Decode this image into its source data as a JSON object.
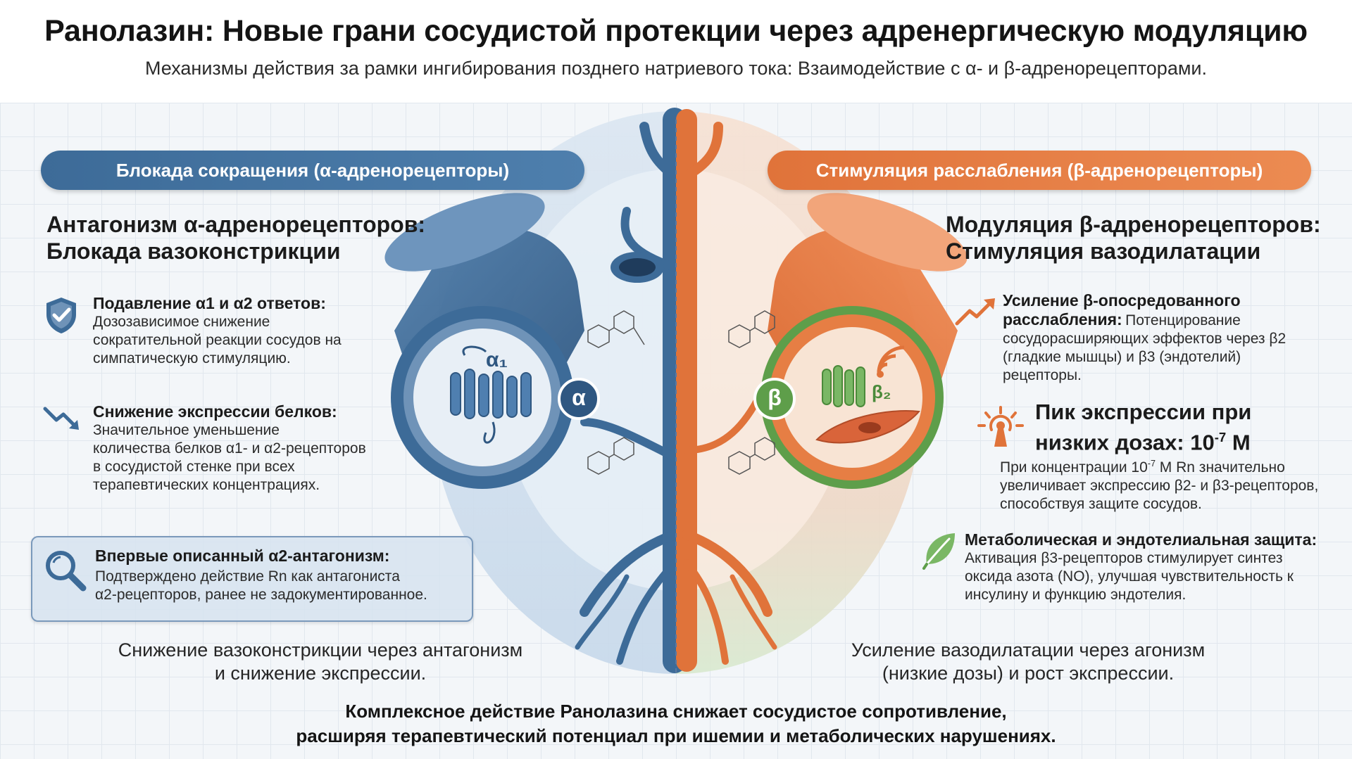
{
  "header": {
    "title": "Ранолазин: Новые грани сосудистой протекции через адренергическую модуляцию",
    "subtitle": "Механизмы действия за рамки ингибирования позднего натриевого тока: Взаимодействие с α- и β-адренорецепторами."
  },
  "left": {
    "pill": "Блокада сокращения (α-адренорецепторы)",
    "heading_line1": "Антагонизм α-адренорецепторов:",
    "heading_line2": "Блокада вазоконстрикции",
    "items": [
      {
        "icon": "shield-check-icon",
        "title": "Подавление α1 и α2 ответов:",
        "lines": [
          "Дозозависимое снижение",
          "сократительной реакции сосудов на",
          "симпатическую стимуляцию."
        ]
      },
      {
        "icon": "trend-down-icon",
        "title": "Снижение экспрессии белков:",
        "lines": [
          "Значительное уменьшение",
          "количества белков α1- и α2-рецепторов",
          "в сосудистой стенке при всех",
          "терапевтических концентрациях."
        ]
      },
      {
        "icon": "magnifier-icon",
        "title": "Впервые описанный α2-антагонизм:",
        "lines": [
          "Подтверждено действие Rn как антагониста",
          "α2-рецепторов, ранее не задокументированное."
        ]
      }
    ],
    "caption_line1": "Снижение вазоконстрикции через антагонизм",
    "caption_line2": "и снижение экспрессии.",
    "receptor_label": "α₁",
    "badge": "α"
  },
  "right": {
    "pill": "Стимуляция расслабления (β-адренорецепторы)",
    "heading_line1": "Модуляция β-адренорецепторов:",
    "heading_line2": "Стимуляция вазодилатации",
    "item1": {
      "icon": "trend-up-icon",
      "title_line1": "Усиление β-опосредованного",
      "title_line2": "расслабления:",
      "inline_text": "Потенцирование",
      "lines": [
        "сосудорасширяющих эффектов через β2",
        "(гладкие мышцы) и β3 (эндотелий)",
        "рецепторы."
      ]
    },
    "peak": {
      "icon": "signal-tower-icon",
      "title_line1": "Пик экспрессии при",
      "title_line2_prefix": "низких дозах: 10",
      "title_exp": "-7",
      "title_suffix": " М",
      "text_prefix": "При концентрации 10",
      "text_exp": "-7",
      "text_suffix": " М Rn значительно",
      "lines": [
        "увеличивает экспрессию β2- и β3-рецепторов,",
        "способствуя защите сосудов."
      ]
    },
    "item3": {
      "icon": "leaf-icon",
      "title": "Метаболическая и эндотелиальная защита:",
      "lines": [
        "Активация β3-рецепторов стимулирует синтез",
        "оксида азота (NO), улучшая чувствительность к",
        "инсулину и функцию эндотелия."
      ]
    },
    "caption_line1": "Усиление вазодилатации через агонизм",
    "caption_line2": "(низкие дозы) и рост экспрессии.",
    "receptor_label": "β₂",
    "badge": "β"
  },
  "bottom": {
    "line1": "Комплексное действие Ранолазина снижает сосудистое сопротивление,",
    "line2": "расширяя терапевтический потенциал при ишемии и метаболических нарушениях."
  },
  "colors": {
    "alpha_blue": "#3d6b98",
    "beta_orange": "#e0733a",
    "beta_green": "#5e9e4a"
  }
}
